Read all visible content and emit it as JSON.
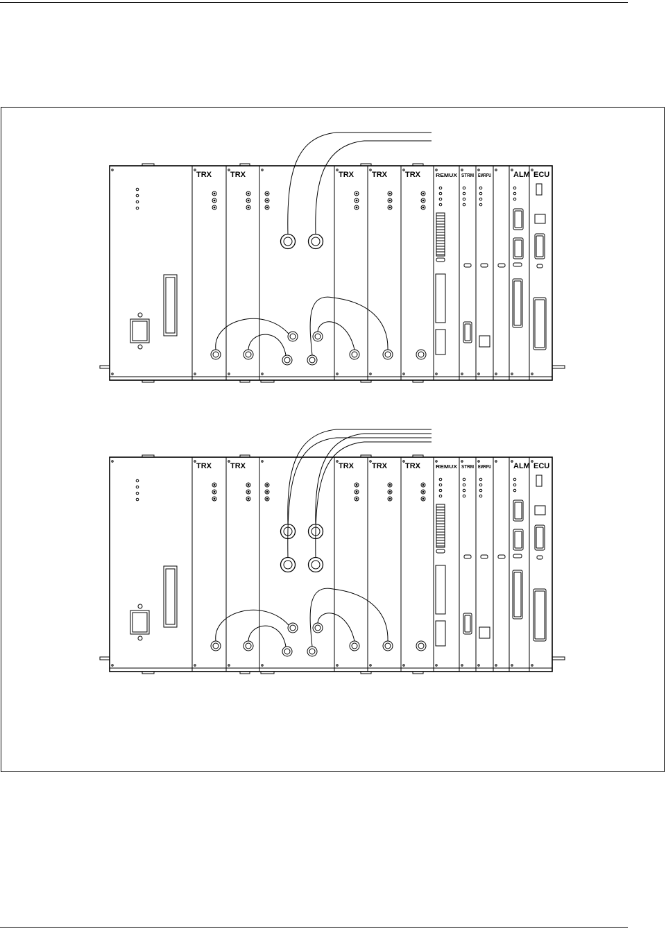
{
  "racks": [
    {
      "id": "upper",
      "cables_out": 2,
      "front_connectors": 2,
      "modules": [
        {
          "key": "psu",
          "label": ""
        },
        {
          "key": "trx1",
          "label": "TRX"
        },
        {
          "key": "trx2",
          "label": "TRX"
        },
        {
          "key": "combiner",
          "label": ""
        },
        {
          "key": "trx3",
          "label": "TRX"
        },
        {
          "key": "trx4",
          "label": "TRX"
        },
        {
          "key": "trx5",
          "label": "TRX"
        },
        {
          "key": "remux",
          "label": "REMUX"
        },
        {
          "key": "strm",
          "label": "STRM"
        },
        {
          "key": "emrpu",
          "label": "EMRPU"
        },
        {
          "key": "blank",
          "label": ""
        },
        {
          "key": "alm",
          "label": "ALM"
        },
        {
          "key": "ecu",
          "label": "ECU"
        }
      ]
    },
    {
      "id": "lower",
      "cables_out": 4,
      "front_connectors": 4,
      "modules": [
        {
          "key": "psu",
          "label": ""
        },
        {
          "key": "trx1",
          "label": "TRX"
        },
        {
          "key": "trx2",
          "label": "TRX"
        },
        {
          "key": "combiner",
          "label": ""
        },
        {
          "key": "trx3",
          "label": "TRX"
        },
        {
          "key": "trx4",
          "label": "TRX"
        },
        {
          "key": "trx5",
          "label": "TRX"
        },
        {
          "key": "remux",
          "label": "REMUX"
        },
        {
          "key": "strm",
          "label": "STRM"
        },
        {
          "key": "emrpu",
          "label": "EMRPU"
        },
        {
          "key": "blank",
          "label": ""
        },
        {
          "key": "alm",
          "label": "ALM"
        },
        {
          "key": "ecu",
          "label": "ECU"
        }
      ]
    }
  ]
}
